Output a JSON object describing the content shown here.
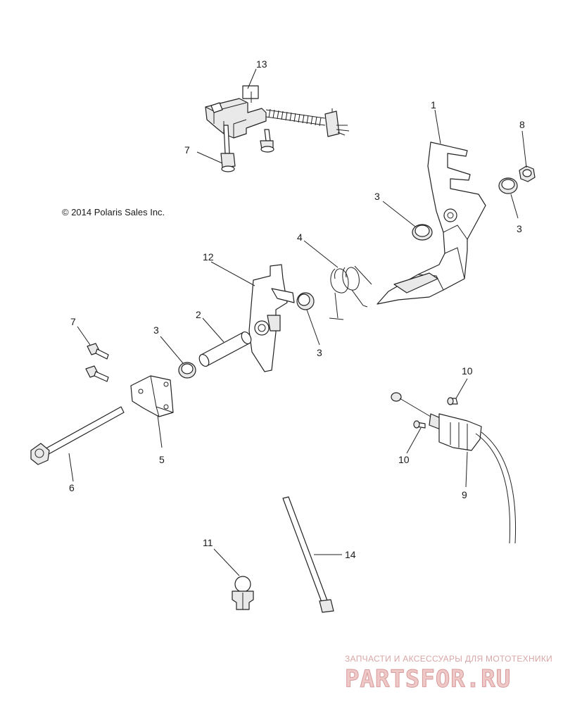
{
  "copyright": "© 2014 Polaris Sales Inc.",
  "callouts": {
    "c1": "1",
    "c2": "2",
    "c3a": "3",
    "c3b": "3",
    "c3c": "3",
    "c3d": "3",
    "c4": "4",
    "c5": "5",
    "c6": "6",
    "c7a": "7",
    "c7b": "7",
    "c8": "8",
    "c9": "9",
    "c10a": "10",
    "c10b": "10",
    "c11": "11",
    "c12": "12",
    "c13": "13",
    "c14": "14"
  },
  "watermark": {
    "tagline": "ЗАПЧАСТИ И АКСЕССУАРЫ ДЛЯ МОТОТЕХНИКИ",
    "brand": "PARTSFOR.RU"
  }
}
